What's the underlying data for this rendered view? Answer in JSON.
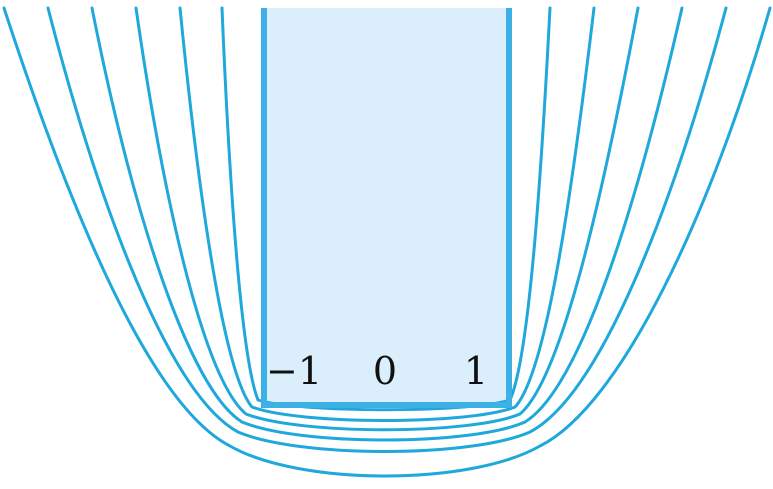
{
  "diagram": {
    "tick_labels": [
      "−1",
      "0",
      "1"
    ],
    "colors": {
      "curve": "#1fa8dc",
      "well_stroke": "#3db0e6",
      "well_fill": "#dbeefb",
      "text": "#111111"
    }
  }
}
